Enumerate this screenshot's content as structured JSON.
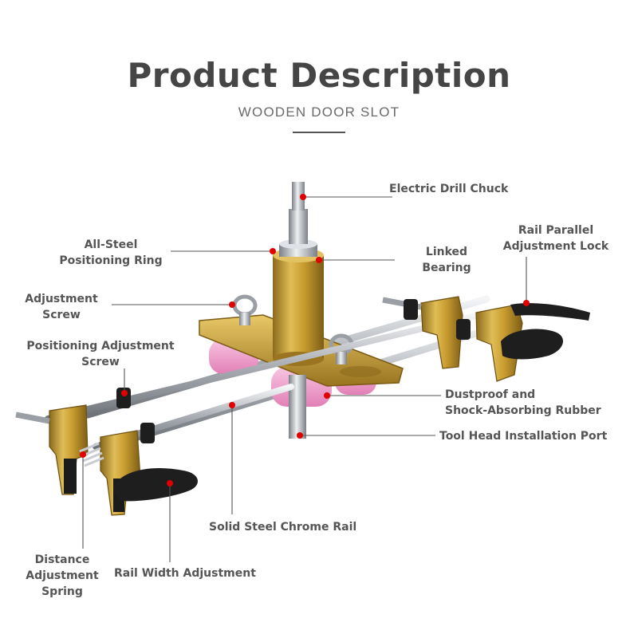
{
  "header": {
    "title": "Product Description",
    "subtitle": "WOODEN DOOR SLOT"
  },
  "callouts": {
    "electric_drill_chuck": "Electric Drill Chuck",
    "rail_parallel_lock_1": "Rail Parallel",
    "rail_parallel_lock_2": "Adjustment Lock",
    "positioning_ring_1": "All-Steel",
    "positioning_ring_2": "Positioning Ring",
    "linked_bearing_1": "Linked",
    "linked_bearing_2": "Bearing",
    "adjustment_screw_1": "Adjustment",
    "adjustment_screw_2": "Screw",
    "positioning_adj_screw_1": "Positioning Adjustment",
    "positioning_adj_screw_2": "Screw",
    "dustproof_rubber_1": "Dustproof and",
    "dustproof_rubber_2": "Shock-Absorbing Rubber",
    "tool_head_port": "Tool Head Installation Port",
    "chrome_rail": "Solid Steel Chrome Rail",
    "distance_spring_1": "Distance",
    "distance_spring_2": "Adjustment",
    "distance_spring_3": "Spring",
    "rail_width_adjustment": "Rail Width Adjustment"
  },
  "colors": {
    "text": "#555555",
    "pointer_dot": "#e00000",
    "brass": "#c9a236",
    "rubber": "#f2a6cf",
    "steel": "#b8bcc2"
  }
}
